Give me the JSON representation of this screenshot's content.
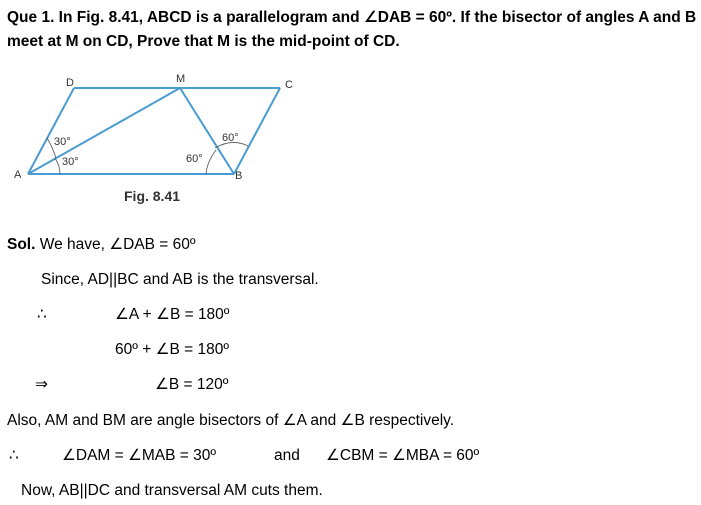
{
  "question": {
    "line1": "Que 1. In Fig. 8.41, ABCD is a parallelogram and ∠DAB = 60º. If the bisector of angles A and B",
    "line2": "meet at M on CD, Prove that M is the mid-point of CD."
  },
  "figure": {
    "caption": "Fig. 8.41",
    "points": {
      "A": "A",
      "B": "B",
      "C": "C",
      "D": "D",
      "M": "M"
    },
    "angles": {
      "a_upper": "30°",
      "a_lower": "30°",
      "b_left": "60°",
      "b_right": "60°"
    }
  },
  "solution": {
    "sol_label": "Sol.",
    "line1": "We have, ∠DAB = 60º",
    "line2": "Since, AD||BC and AB is the transversal.",
    "therefore": "∴",
    "line3": "∠A + ∠B = 180º",
    "line4": "60º + ∠B = 180º",
    "implies": "⇒",
    "line5": "∠B = 120º",
    "line6": "Also, AM and BM are angle bisectors of ∠A and ∠B respectively.",
    "line7a": "∠DAM = ∠MAB = 30º",
    "line7b": "and",
    "line7c": "∠CBM = ∠MBA = 60º",
    "line8": "Now, AB||DC and transversal AM cuts them."
  }
}
